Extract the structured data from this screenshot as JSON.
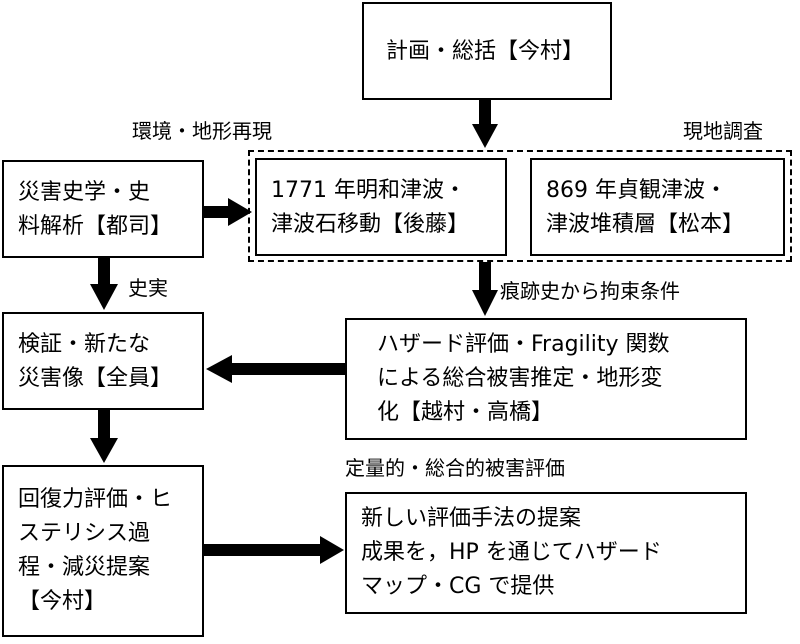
{
  "plan": [
    "計画・総括【今村】"
  ],
  "disaster_history": [
    "災害史学・史",
    "料解析【都司】"
  ],
  "tsunami_1771": [
    "1771 年明和津波・",
    "津波石移動【後藤】"
  ],
  "tsunami_869": [
    "869 年貞観津波・",
    "津波堆積層【松本】"
  ],
  "verification": [
    "検証・新たな",
    "災害像【全員】"
  ],
  "hazard": [
    "ハザード評価・Fragility 関数",
    "による総合被害推定・地形変",
    "化【越村・高橋】"
  ],
  "resilience": [
    "回復力評価・ヒ",
    "ステリシス過",
    "程・減災提案",
    "【今村】"
  ],
  "proposal": [
    "新しい評価手法の提案",
    "成果を，HP を通じてハザード",
    "マップ・CG で提供"
  ],
  "labels": {
    "environment": "環境・地形再現",
    "field_survey": "現地調査",
    "historical_facts": "史実",
    "constraints": "痕跡史から拘束条件",
    "quantitative": "定量的・総合的被害評価"
  }
}
